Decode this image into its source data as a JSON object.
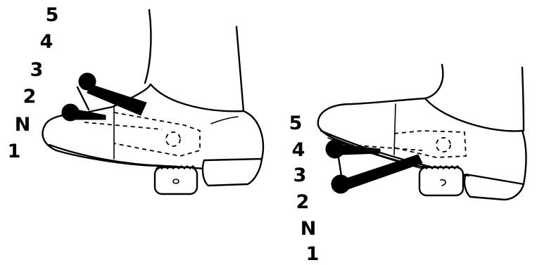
{
  "figure_left": {
    "gear_labels": [
      "5",
      "4",
      "3",
      "2",
      "N",
      "1"
    ]
  },
  "figure_right": {
    "gear_labels": [
      "5",
      "4",
      "3",
      "2",
      "N",
      "1"
    ]
  }
}
